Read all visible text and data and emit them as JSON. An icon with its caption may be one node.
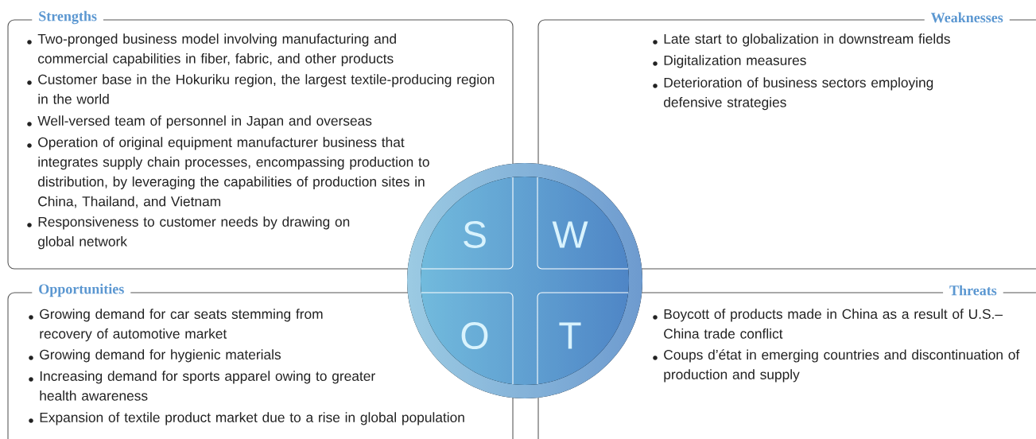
{
  "diagram": {
    "nodes": [
      {
        "text": [
          "Strengths",
          "Two-pronged business model involving manufacturing and commercial capabilities in fiber, fabric, and other products",
          "Customer base in the Hokuriku region, the largest textile-producing region in the world",
          "Well-versed team of personnel in Japan and overseas",
          "Operation of original equipment manufacturer business that integrates supply chain processes, encompassing production to distribution, by leveraging the capabilities of production sites in China, Thailand, and Vietnam",
          "Responsiveness to customer needs by drawing on global network"
        ]
      },
      {
        "text": [
          "Weaknesses",
          "Late start to globalization in downstream fields",
          "Digitalization measures",
          "Deterioration of business sectors employing defensive strategies"
        ]
      },
      {
        "text": [
          "Opportunities",
          "Growing demand for car seats stemming from recovery of automotive market",
          "Growing demand for hygienic materials",
          "Increasing demand for sports apparel owing to greater health awareness",
          "Expansion of textile product market due to a rise in global population"
        ]
      },
      {
        "text": [
          "Threats",
          "Boycott of products made in China as a result of U.S.–China trade conflict",
          "Coups d’état in emerging countries and discontinuation of production and supply"
        ]
      },
      {
        "text": [],
        "shape": "circle"
      },
      {
        "text": [
          "S"
        ]
      },
      {
        "text": [
          "W"
        ]
      },
      {
        "text": [
          "O"
        ]
      },
      {
        "text": [
          "T"
        ]
      }
    ]
  }
}
